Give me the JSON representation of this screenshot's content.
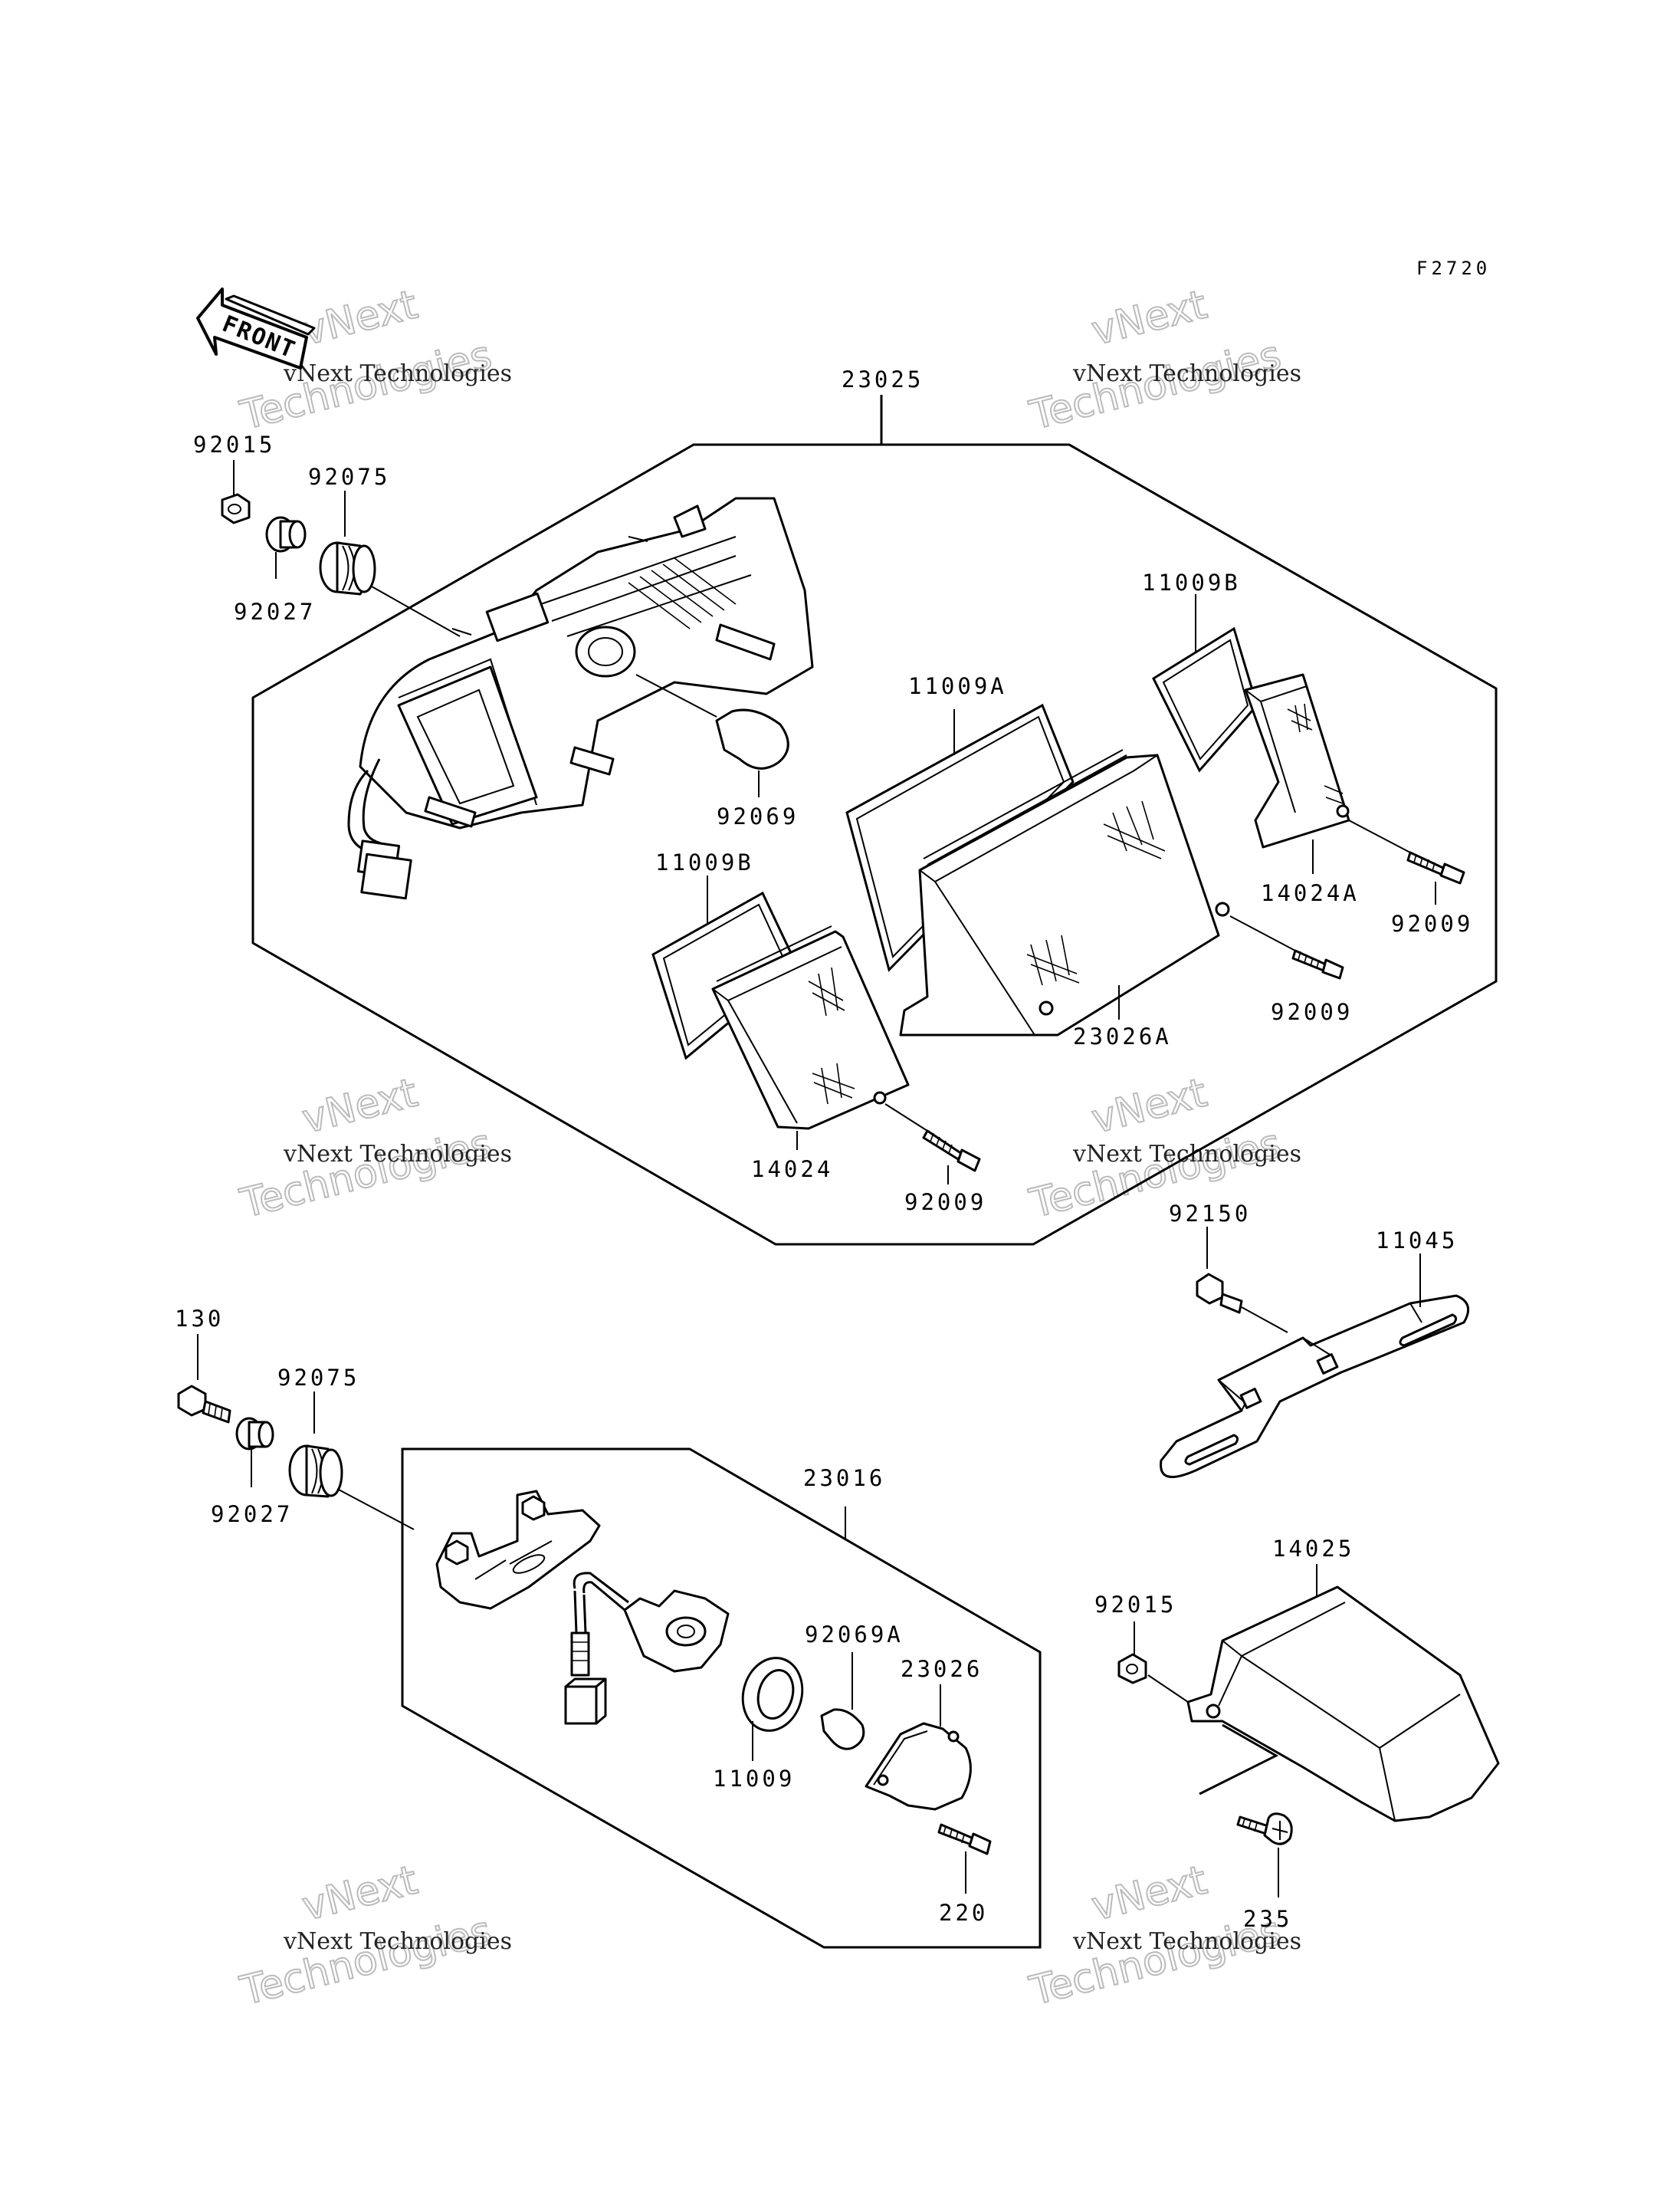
{
  "figure_ref": "F2720",
  "front_label": "FRONT",
  "watermark": {
    "line1": "vNext Technologies",
    "line2": "vNext",
    "line3": "Technologies"
  },
  "labels": {
    "p23025": "23025",
    "p92015a": "92015",
    "p92075a": "92075",
    "p92027a": "92027",
    "p11009Ba": "11009B",
    "p11009A": "11009A",
    "p92069": "92069",
    "p11009Bb": "11009B",
    "p14024A": "14024A",
    "p92009a": "92009",
    "p92009b": "92009",
    "p23026A": "23026A",
    "p14024": "14024",
    "p92009c": "92009",
    "p92150": "92150",
    "p11045": "11045",
    "p130": "130",
    "p92075b": "92075",
    "p92027b": "92027",
    "p23016": "23016",
    "p92069A": "92069A",
    "p23026": "23026",
    "p11009": "11009",
    "p220": "220",
    "p14025": "14025",
    "p92015b": "92015",
    "p235": "235"
  }
}
